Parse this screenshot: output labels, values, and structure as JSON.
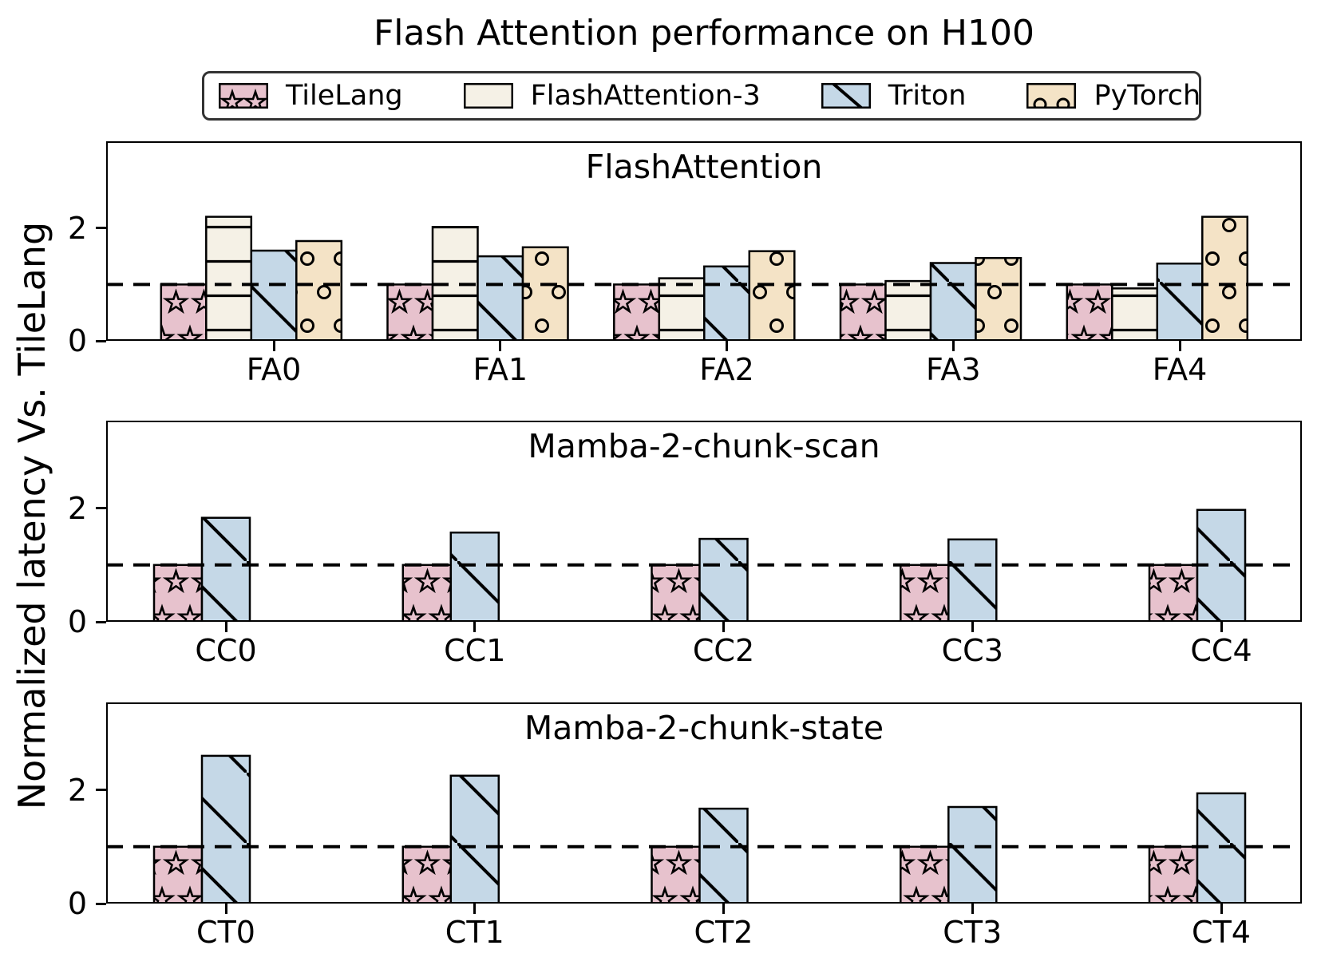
{
  "title": "Flash Attention performance on H100",
  "ylabel": "Normalized latency Vs. TileLang",
  "colors": {
    "tilelang": "#e7c2cd",
    "flashattention3": "#f5f1e6",
    "triton": "#c5d8e7",
    "pytorch": "#f4e3c6",
    "bar_edge": "#000000",
    "reference_line": "#000000",
    "legend_border": "#333333"
  },
  "legend": {
    "items": [
      {
        "label": "TileLang",
        "hatch": "star",
        "color": "#e7c2cd"
      },
      {
        "label": "FlashAttention-3",
        "hatch": "hlines",
        "color": "#f5f1e6"
      },
      {
        "label": "Triton",
        "hatch": "diag",
        "color": "#c5d8e7"
      },
      {
        "label": "PyTorch",
        "hatch": "circles",
        "color": "#f4e3c6"
      }
    ]
  },
  "reference_line": {
    "y": 1.0,
    "style": "dashed",
    "color": "#000000"
  },
  "chart_data": [
    {
      "type": "bar",
      "title": "FlashAttention",
      "categories": [
        "FA0",
        "FA1",
        "FA2",
        "FA3",
        "FA4"
      ],
      "series": [
        {
          "name": "TileLang",
          "color": "#e7c2cd",
          "hatch": "star",
          "values": [
            1.0,
            1.0,
            1.0,
            1.0,
            1.0
          ]
        },
        {
          "name": "FlashAttention-3",
          "color": "#f5f1e6",
          "hatch": "hlines",
          "values": [
            2.2,
            2.02,
            1.11,
            1.06,
            0.93
          ]
        },
        {
          "name": "Triton",
          "color": "#c5d8e7",
          "hatch": "diag",
          "values": [
            1.6,
            1.5,
            1.32,
            1.38,
            1.37
          ]
        },
        {
          "name": "PyTorch",
          "color": "#f4e3c6",
          "hatch": "circles",
          "values": [
            1.77,
            1.66,
            1.59,
            1.47,
            2.2
          ]
        }
      ],
      "ylim": [
        0,
        3.54
      ],
      "yticks": [
        0,
        2
      ],
      "ref_line": 1.0,
      "grid": false
    },
    {
      "type": "bar",
      "title": "Mamba-2-chunk-scan",
      "categories": [
        "CC0",
        "CC1",
        "CC2",
        "CC3",
        "CC4"
      ],
      "series": [
        {
          "name": "TileLang",
          "color": "#e7c2cd",
          "hatch": "star",
          "values": [
            1.0,
            1.0,
            1.0,
            1.0,
            1.0
          ]
        },
        {
          "name": "Triton",
          "color": "#c5d8e7",
          "hatch": "diag",
          "values": [
            1.83,
            1.57,
            1.46,
            1.45,
            1.97
          ]
        }
      ],
      "ylim": [
        0,
        3.54
      ],
      "yticks": [
        0,
        2
      ],
      "ref_line": 1.0,
      "grid": false
    },
    {
      "type": "bar",
      "title": "Mamba-2-chunk-state",
      "categories": [
        "CT0",
        "CT1",
        "CT2",
        "CT3",
        "CT4"
      ],
      "series": [
        {
          "name": "TileLang",
          "color": "#e7c2cd",
          "hatch": "star",
          "values": [
            1.0,
            1.0,
            1.0,
            1.0,
            1.0
          ]
        },
        {
          "name": "Triton",
          "color": "#c5d8e7",
          "hatch": "diag",
          "values": [
            2.6,
            2.25,
            1.67,
            1.7,
            1.94
          ]
        }
      ],
      "ylim": [
        0,
        3.54
      ],
      "yticks": [
        0,
        2
      ],
      "ref_line": 1.0,
      "grid": false
    }
  ]
}
